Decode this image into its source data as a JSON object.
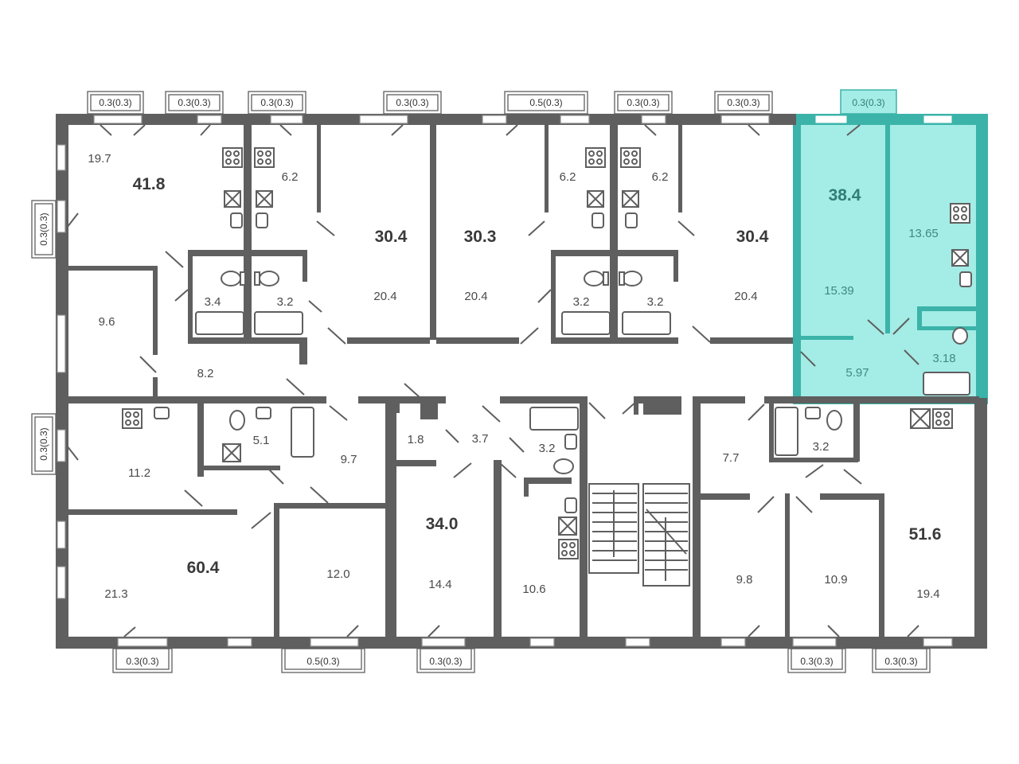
{
  "selected_apartment": {
    "total": "38.4",
    "rooms": [
      "13.65",
      "15.39",
      "5.97",
      "3.18"
    ],
    "balcony": "0.3(0.3)",
    "highlight_color": "#a4ece6",
    "outline_color": "#3bb3a9"
  },
  "apartment_totals": {
    "a1": "41.8",
    "a2": "30.4",
    "a3": "30.3",
    "a4": "30.4",
    "a5": "60.4",
    "a6": "34.0",
    "a7": "51.6"
  },
  "room_areas": {
    "r1": "19.7",
    "r2": "6.2",
    "r3": "3.4",
    "r4": "3.2",
    "r5": "20.4",
    "r6": "20.4",
    "r7": "6.2",
    "r8": "6.2",
    "r9": "3.2",
    "r10": "3.2",
    "r11": "20.4",
    "r12": "9.6",
    "r13": "8.2",
    "r14": "11.2",
    "r15": "5.1",
    "r16": "9.7",
    "r17": "1.8",
    "r18": "3.7",
    "r19": "3.2",
    "r20": "7.7",
    "r21": "3.2",
    "r22": "21.3",
    "r23": "12.0",
    "r24": "14.4",
    "r25": "10.6",
    "r26": "9.8",
    "r27": "10.9",
    "r28": "19.4"
  },
  "balconies": {
    "t1": "0.3(0.3)",
    "t2": "0.3(0.3)",
    "t3": "0.3(0.3)",
    "t4": "0.3(0.3)",
    "t5": "0.5(0.3)",
    "t6": "0.3(0.3)",
    "t7": "0.3(0.3)",
    "l1": "0.3(0.3)",
    "l2": "0.3(0.3)",
    "b1": "0.3(0.3)",
    "b2": "0.5(0.3)",
    "b3": "0.3(0.3)",
    "b4": "0.3(0.3)",
    "b5": "0.3(0.3)"
  },
  "colors": {
    "wall": "#5f5f5f",
    "background": "#ffffff"
  }
}
